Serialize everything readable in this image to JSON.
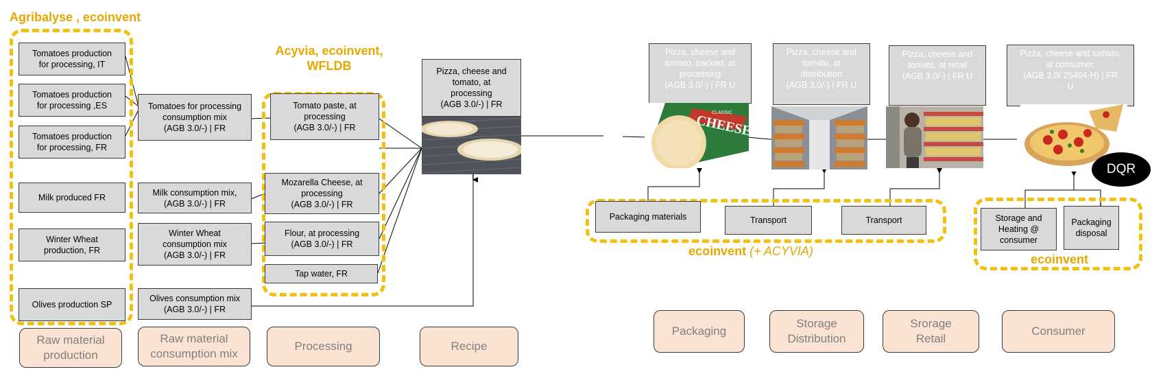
{
  "source_labels": {
    "agribalyse": "Agribalyse , ecoinvent",
    "acyvia": "Acyvia, ecoinvent,\nWFLDB",
    "ecoinvent_transport": "ecoinvent (+ ACYVIA)",
    "ecoinvent_consumer": "ecoinvent"
  },
  "raw_material_production": [
    "Tomatoes  production\nfor processing, IT",
    "Tomatoes  production\nfor processing ,ES",
    "Tomatoes  production\nfor processing, FR",
    "Milk  produced  FR",
    "Winter Wheat\nproduction, FR",
    "Olives production SP"
  ],
  "consumption_mix": [
    "Tomatoes for processing\nconsumption mix\n(AGB  3.0/-) | FR",
    "Milk  consumption mix,\n(AGB  3.0/-) | FR",
    "Winter Wheat\nconsumption mix\n(AGB  3.0/-) | FR",
    "Olives consumption mix\n(AGB  3.0/-) | FR"
  ],
  "processing": [
    "Tomato paste, at\nprocessing\n(AGB  3.0/-) | FR",
    "Mozarella Cheese, at\nprocessing\n(AGB  3.0/-) | FR",
    "Flour, at processing\n(AGB  3.0/-) | FR",
    "Tap water, FR"
  ],
  "recipe": "Pizza, cheese and\ntomato, at\nprocessing\n(AGB  3.0/-) | FR",
  "stages": [
    "Pizza, cheese and\ntomato, packed, at\nprocessing\n(AGB  3.0/-) | FR U",
    "Pizza, cheese and\ntomato, at\ndistribution\n(AGB  3.0/-) | FR U",
    "Pizza, cheese and\ntomato, at retail\n(AGB  3.0/-) | FR U",
    "Pizza, cheese and tomato,\nat consumer,\n(AGB  3.0/ 25404-H)  | FR\nU"
  ],
  "pizza_box_text": {
    "brand": "CLASSIC",
    "name": "CHEESE"
  },
  "inputs": {
    "packaging_materials": "Packaging materials",
    "transport_1": "Transport",
    "transport_2": "Transport",
    "storage_heating": "Storage and\nHeating @\nconsumer",
    "packaging_disposal": "Packaging\ndisposal"
  },
  "dqr": "DQR",
  "phases": [
    "Raw material\nproduction",
    "Raw material\nconsumption mix",
    "Processing",
    "Recipe",
    "Packaging",
    "Storage\nDistribution",
    "Srorage\nRetail",
    "Consumer"
  ],
  "colors": {
    "accent_yellow": "#f2c012",
    "label_gold": "#e6a700",
    "box_grey": "#d9d9d9",
    "phase_fill": "#fbe3d3"
  }
}
